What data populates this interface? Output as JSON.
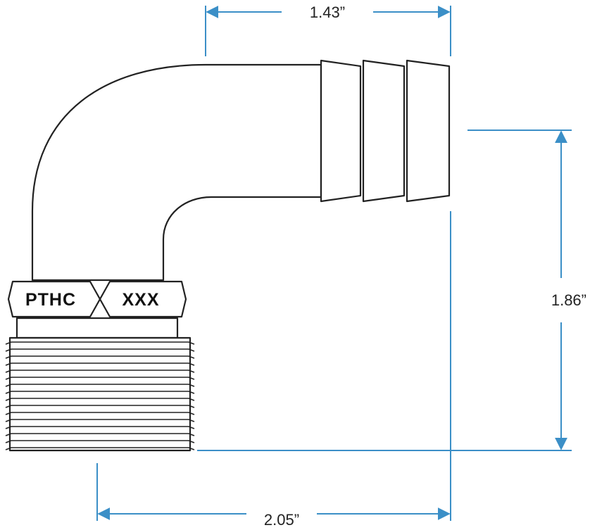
{
  "diagram": {
    "dimensions": {
      "top_width": "1.43”",
      "right_height": "1.86”",
      "bottom_width": "2.05”"
    },
    "hex_labels": {
      "left": "PTHC",
      "right": "XXX"
    },
    "colors": {
      "dimension_line": "#3b8fc7",
      "outline": "#222222",
      "background": "#ffffff"
    }
  }
}
